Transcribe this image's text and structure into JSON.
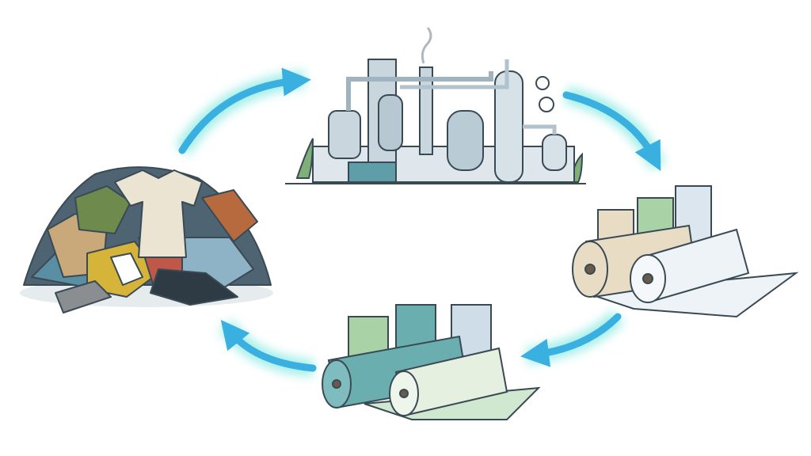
{
  "diagram": {
    "type": "cycle",
    "stages": [
      {
        "id": "textile-waste",
        "icon": "clothing-pile-icon"
      },
      {
        "id": "recycling-factory",
        "icon": "factory-icon"
      },
      {
        "id": "recycled-fibers-fabric",
        "icon": "fabric-rolls-icon"
      },
      {
        "id": "new-textiles",
        "icon": "fabric-rolls-icon"
      }
    ],
    "flow_direction": "clockwise"
  },
  "colors": {
    "arrow": "#3ab0e0",
    "arrow_glow": "#7fe8e0",
    "outline": "#3a4a55",
    "factory_metal": "#c9d6de",
    "factory_teal": "#5f9ea8",
    "leaf": "#7fb07a",
    "roll_cream": "#e8dcc4",
    "roll_white": "#eef3f8",
    "roll_teal": "#6aaeb0",
    "roll_green": "#a9d3a6"
  }
}
